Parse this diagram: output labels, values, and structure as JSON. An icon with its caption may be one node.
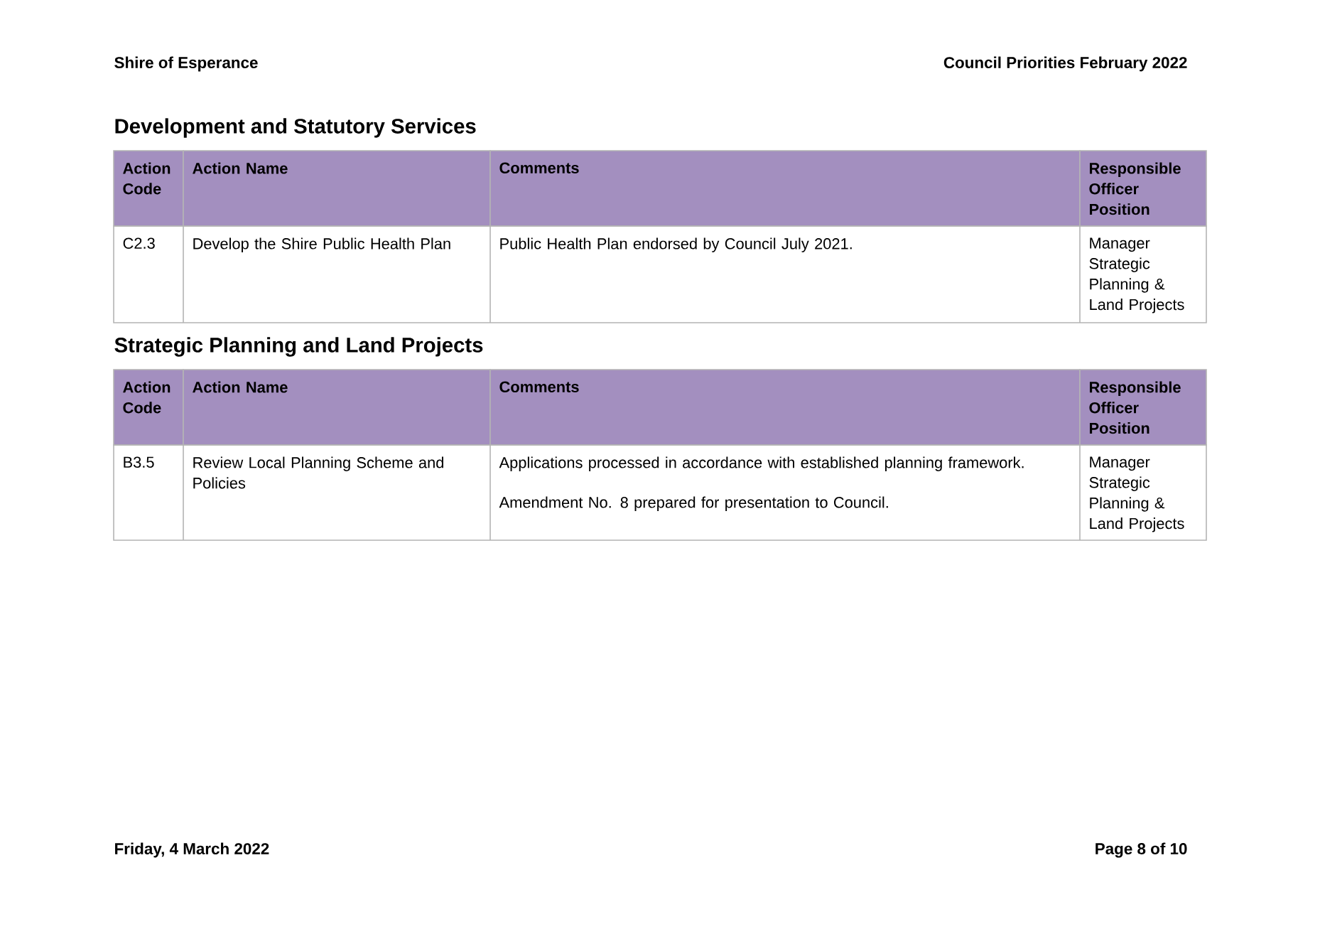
{
  "diagram": {
    "labels": [
      "Shire of Esperance",
      "Council Priorities February 2022",
      "Development and Statutory Services",
      "Action Code",
      "Action Name",
      "Comments",
      "Responsible Officer Position",
      "C2.3",
      "Develop the Shire Public Health Plan",
      "Public Health Plan endorsed by Council July 2021.",
      "Manager Strategic Planning & Land Projects",
      "Strategic Planning and Land Projects",
      "Action Code",
      "Action Name",
      "Comments",
      "Responsible Officer Position",
      "B3.5",
      "Review Local Planning Scheme and Policies",
      "Applications processed in accordance with established planning framework.",
      "Amendment No. 8 prepared for presentation to Council.",
      "Manager Strategic Planning & Land Projects",
      "Friday, 4 March 2022",
      "Page 8 of 10"
    ]
  }
}
